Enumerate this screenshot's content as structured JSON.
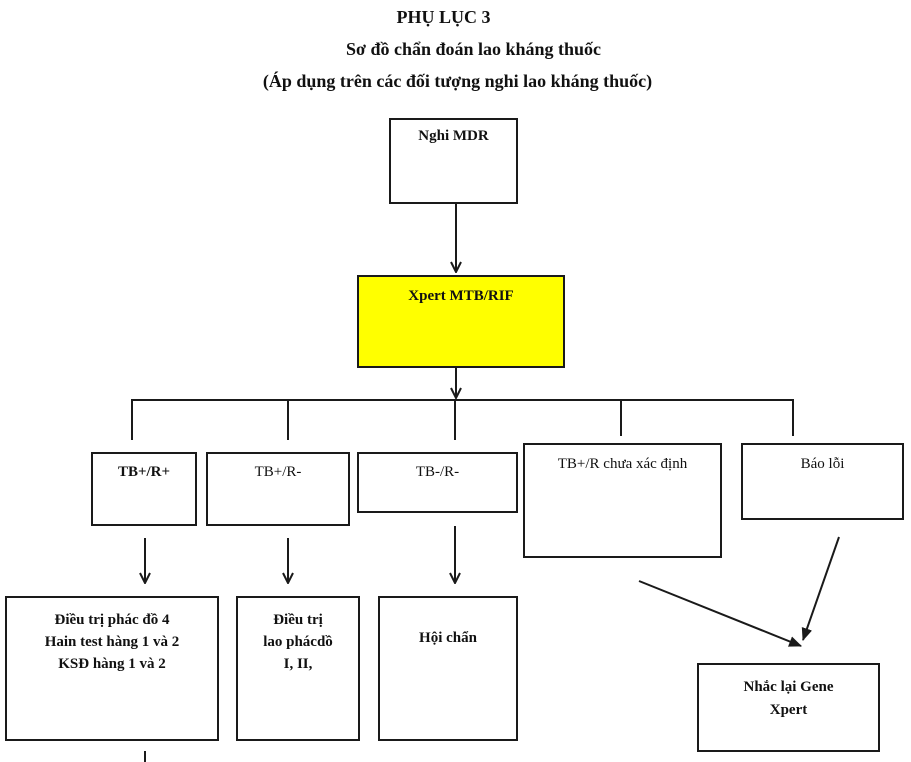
{
  "header": {
    "appendix": "PHỤ LỤC 3",
    "title": "Sơ đồ chẩn đoán lao kháng thuốc",
    "subtitle": "(Áp dụng trên các đối tượng nghi lao kháng thuốc)"
  },
  "colors": {
    "highlight": "#ffff00",
    "stroke": "#1a1a1a"
  },
  "nodes": {
    "suspect": {
      "label": "Nghi MDR"
    },
    "xpert": {
      "label": "Xpert MTB/RIF"
    },
    "tb_pos_r_pos": {
      "label": "TB+/R+"
    },
    "tb_pos_r_neg": {
      "label": "TB+/R-"
    },
    "tb_neg_r_neg": {
      "label": "TB-/R-"
    },
    "tb_pos_r_unknown": {
      "label": "TB+/R chưa xác định"
    },
    "error": {
      "label": "Báo lỗi"
    },
    "regimen4": {
      "lines": [
        "Điều trị phác đồ 4",
        "Hain test hàng 1 và 2",
        "KSĐ hàng 1 và 2"
      ]
    },
    "regimen12": {
      "lines": [
        "Điều trị",
        "lao phácdồ",
        "I, II,"
      ]
    },
    "consult": {
      "label": "Hội chẩn"
    },
    "repeat_xpert": {
      "lines": [
        "Nhắc lại Gene",
        "Xpert"
      ]
    }
  },
  "edges": [
    {
      "from": "suspect",
      "to": "xpert"
    },
    {
      "from": "xpert",
      "to": "tb_pos_r_pos"
    },
    {
      "from": "xpert",
      "to": "tb_pos_r_neg"
    },
    {
      "from": "xpert",
      "to": "tb_neg_r_neg"
    },
    {
      "from": "xpert",
      "to": "tb_pos_r_unknown"
    },
    {
      "from": "xpert",
      "to": "error"
    },
    {
      "from": "tb_pos_r_pos",
      "to": "regimen4"
    },
    {
      "from": "tb_pos_r_neg",
      "to": "regimen12"
    },
    {
      "from": "tb_neg_r_neg",
      "to": "consult"
    },
    {
      "from": "tb_pos_r_unknown",
      "to": "repeat_xpert"
    },
    {
      "from": "error",
      "to": "repeat_xpert"
    }
  ]
}
